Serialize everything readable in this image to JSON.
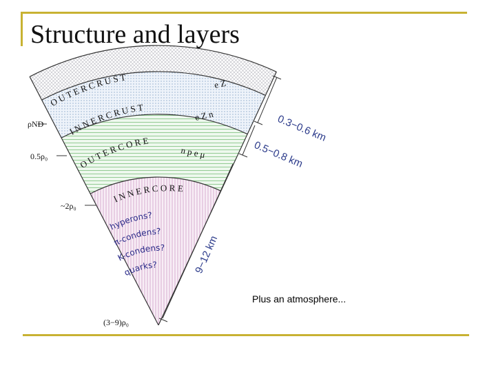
{
  "slide": {
    "title": "Structure and layers",
    "caption": "Plus an atmosphere..."
  },
  "diagram": {
    "layer_labels": {
      "outer_crust": "O U T E R   C R U S T",
      "inner_crust": "I N N E R   C R U S T",
      "outer_core": "O U T E R   C O R E",
      "inner_core": "I N N E R   C O R E"
    },
    "composition": {
      "outer_crust": "e Z",
      "inner_crust": "e Z n",
      "outer_core": "n p e μ"
    },
    "inner_core_candidates": [
      "hyperons?",
      "π-condens?",
      "K-condens?",
      "quarks?"
    ],
    "density_labels": {
      "drip": "ρND",
      "half_nuclear": "0.5ρ₀",
      "twice_nuclear": "~2ρ₀",
      "center": "(3−9)ρ₀"
    },
    "thickness_labels": {
      "crust": "0.3−0.6 km",
      "outer_core": "0.5−0.8 km",
      "inner_core": "9−12 km"
    }
  }
}
